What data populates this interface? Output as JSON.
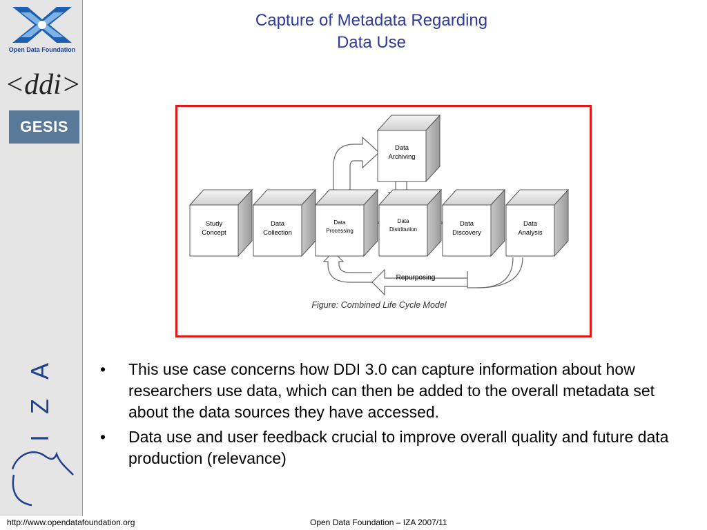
{
  "title": {
    "line1": "Capture of Metadata Regarding",
    "line2": "Data Use"
  },
  "sidebar": {
    "odf_logo_caption": "Open Data Foundation",
    "ddi_logo_text": "<ddi>",
    "gesis_logo_text": "GESIS",
    "iza_logo_text": "I Z A"
  },
  "diagram": {
    "boxes": {
      "study_concept": [
        "Study",
        "Concept"
      ],
      "data_collection": [
        "Data",
        "Collection"
      ],
      "data_processing": [
        "Data",
        "Processing"
      ],
      "data_distribution": [
        "Data",
        "Distribution"
      ],
      "data_discovery": [
        "Data",
        "Discovery"
      ],
      "data_analysis": [
        "Data",
        "Analysis"
      ],
      "data_archiving": [
        "Data",
        "Archiving"
      ]
    },
    "repurposing_label": "Repurposing",
    "caption": "Figure: Combined Life Cycle Model"
  },
  "bullets": [
    "This use case concerns how DDI 3.0 can capture information about how researchers use data, which can then be added to the overall metadata set about the data sources they have accessed.",
    "Data use and user feedback crucial to improve overall quality and future data production (relevance)"
  ],
  "bullet_marker": "•",
  "footer": {
    "url": "http://www.opendatafoundation.org",
    "center": "Open Data Foundation – IZA 2007/11"
  },
  "colors": {
    "title": "#2e3aa0",
    "frame": "#e01818",
    "sidebar": "#e5e5e5",
    "gesis": "#5a7898",
    "odf_blue": "#1f5fb0"
  }
}
